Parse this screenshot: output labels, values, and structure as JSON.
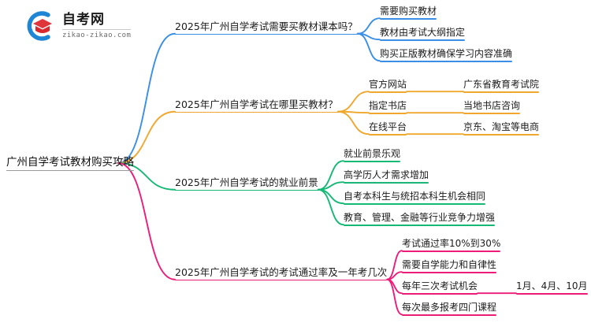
{
  "logo": {
    "title": "自考网",
    "subtitle": "zikao-zikao.com",
    "mark_name": "zikao-graduation-cap-logo",
    "arc_color": "#1f86d6",
    "cap_color": "#e0353a"
  },
  "mindmap": {
    "root": {
      "label": "广州自学考试教材购买攻略"
    },
    "branches": [
      {
        "label": "2025年广州自学考试需要买教材课本吗？",
        "color": "#3A8EE6",
        "children": [
          {
            "label": "需要购买教材",
            "children": []
          },
          {
            "label": "教材由考试大纲指定",
            "children": []
          },
          {
            "label": "购买正版教材确保学习内容准确",
            "children": []
          }
        ]
      },
      {
        "label": "2025年广州自学考试在哪里买教材？",
        "color": "#EFA72E",
        "children": [
          {
            "label": "官方网站",
            "children": [
              {
                "label": "广东省教育考试院"
              }
            ]
          },
          {
            "label": "指定书店",
            "children": [
              {
                "label": "当地书店咨询"
              }
            ]
          },
          {
            "label": "在线平台",
            "children": [
              {
                "label": "京东、淘宝等电商"
              }
            ]
          }
        ]
      },
      {
        "label": "2025年广州自学考试的就业前景",
        "color": "#15B874",
        "children": [
          {
            "label": "就业前景乐观",
            "children": []
          },
          {
            "label": "高学历人才需求增加",
            "children": []
          },
          {
            "label": "自考本科生与统招本科生机会相同",
            "children": []
          },
          {
            "label": "教育、管理、金融等行业竞争力增强",
            "children": []
          }
        ]
      },
      {
        "label": "2025年广州自学考试的考试通过率及一年考几次",
        "color": "#ED1C79",
        "children": [
          {
            "label": "考试通过率10%到30%",
            "children": []
          },
          {
            "label": "需要自学能力和自律性",
            "children": []
          },
          {
            "label": "每年三次考试机会",
            "children": [
              {
                "label": "1月、4月、10月"
              }
            ]
          },
          {
            "label": "每次最多报考四门课程",
            "children": []
          }
        ]
      }
    ]
  }
}
